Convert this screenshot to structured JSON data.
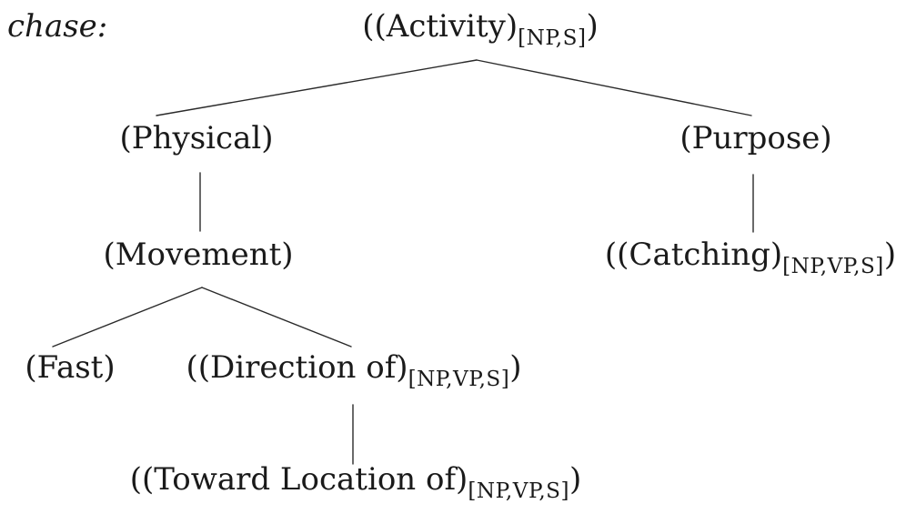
{
  "colors": {
    "background": "#ffffff",
    "text": "#1a1a1a",
    "line": "#2a2a2a"
  },
  "word_label": "chase:",
  "nodes": {
    "activity": {
      "pre": "((Activity)",
      "sub": "[NP,S]",
      "post": ")"
    },
    "physical": {
      "pre": "(Physical)",
      "sub": "",
      "post": ""
    },
    "purpose": {
      "pre": "(Purpose)",
      "sub": "",
      "post": ""
    },
    "movement": {
      "pre": "(Movement)",
      "sub": "",
      "post": ""
    },
    "catching": {
      "pre": "((Catching)",
      "sub": "[NP,VP,S]",
      "post": ")"
    },
    "fast": {
      "pre": "(Fast)",
      "sub": "",
      "post": ""
    },
    "direction_of": {
      "pre": "((Direction of)",
      "sub": "[NP,VP,S]",
      "post": ")"
    },
    "toward_location_of": {
      "pre": "((Toward Location of)",
      "sub": "[NP,VP,S]",
      "post": ")"
    }
  },
  "edges": [
    {
      "from": "activity",
      "to": "physical"
    },
    {
      "from": "activity",
      "to": "purpose"
    },
    {
      "from": "physical",
      "to": "movement"
    },
    {
      "from": "purpose",
      "to": "catching"
    },
    {
      "from": "movement",
      "to": "fast"
    },
    {
      "from": "movement",
      "to": "direction_of"
    },
    {
      "from": "direction_of",
      "to": "toward_location_of"
    }
  ]
}
